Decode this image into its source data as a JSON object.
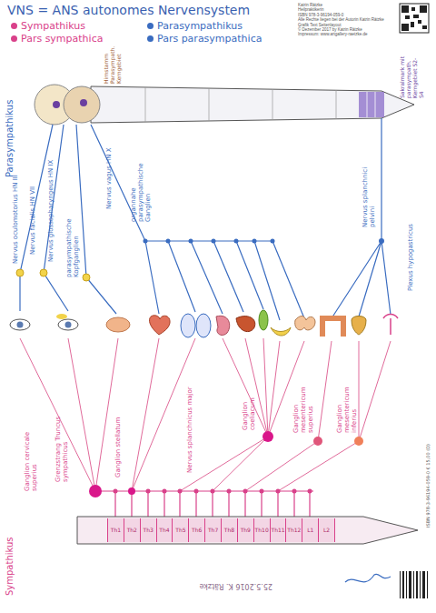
{
  "diagram": {
    "title": "VNS = ANS autonomes Nervensystem",
    "nodes": [
      {
        "text": [
          "Th1",
          "Th2",
          "Th3",
          "Th4",
          "Th5",
          "Th6",
          "Th7",
          "Th8",
          "Th9",
          "Th10",
          "Th11",
          "Th12",
          "L1",
          "L2"
        ]
      }
    ],
    "labels": [
      "Katrin Rätzke",
      "Heilpraktikerin",
      "ISBN 978-3-96194-059-0",
      "Alle Rechte liegen bei der Autorin Katrin Rätzke",
      "Grafik Text Seitenlayout",
      "© Dezember 2017 by Katrin Rätzke",
      "Impressum: www.artgallery-raetzke.de",
      "Parasympathikus",
      "Hirnstamm Parasympath. Kerngebiet",
      "Sakralmark mit parasympath. Kerngebiet S2-S4",
      "Nervus oculomotorius HN III",
      "Nervus facialis HN VII",
      "Nervus glossopharyngeus HN IX",
      "parasympathische Kopfganglien",
      "Nervus vagus HN X",
      "organnahe parasympathische Ganglien",
      "Nervus splanchnici pelvini",
      "Plexus hypogastricus",
      "Ganglion cervicale superius",
      "Grenzstrang Truncus sympathicus",
      "Ganglion stellatum",
      "Nervus splanchnicus major",
      "Ganglion coeliacum",
      "Ganglion mesentericum superius",
      "Ganglion mesentericum inferius",
      "Sympathikus",
      "ISBN 978-3-96194-059-0 € 15,00 (D)",
      "25.5.2016 K. Rätzke"
    ],
    "legend": [
      {
        "text": "Sympathikus",
        "color": "#d9418a"
      },
      {
        "text": "Parasympathikus",
        "color": "#3a6cc0"
      },
      {
        "text": "Pars sympathica",
        "color": "#d9418a"
      },
      {
        "text": "Pars parasympathica",
        "color": "#3a6cc0"
      }
    ]
  }
}
